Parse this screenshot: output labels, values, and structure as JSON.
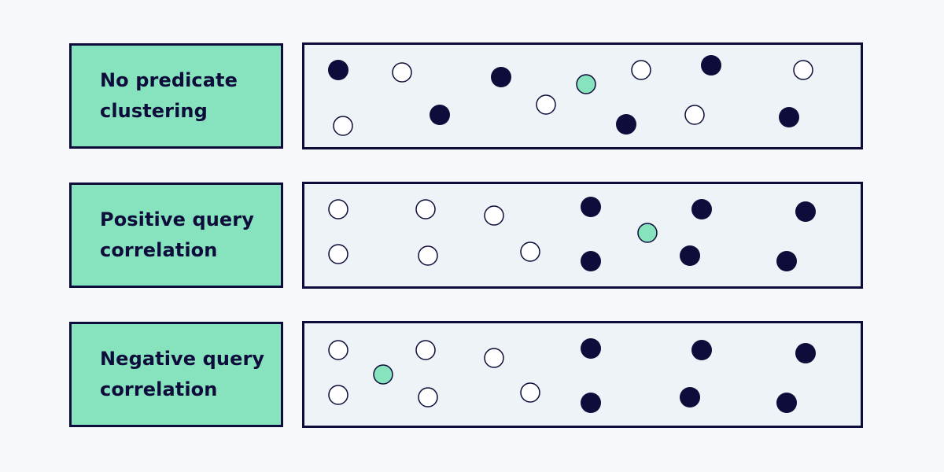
{
  "colors": {
    "background": "#f7f8fc",
    "label_fill": "#86e3bd",
    "panel_fill": "#edf3f7",
    "outline": "#0e0c3a",
    "dot_filled": "#0e0c3a",
    "dot_empty": "#ffffff",
    "dot_highlight": "#86e3bd"
  },
  "rows": [
    {
      "label_line1": "No predicate",
      "label_line2": "clustering",
      "dot_states": [
        "filled",
        "empty",
        "filled",
        "highlight",
        "empty",
        "filled",
        "empty",
        "empty",
        "filled",
        "empty",
        "filled",
        "empty",
        "filled"
      ]
    },
    {
      "label_line1": "Positive query",
      "label_line2": "correlation",
      "dot_states": [
        "empty",
        "empty",
        "empty",
        "filled",
        "highlight",
        "filled",
        "filled",
        "empty",
        "empty",
        "empty",
        "filled",
        "filled",
        "filled"
      ]
    },
    {
      "label_line1": "Negative query",
      "label_line2": "correlation",
      "dot_states": [
        "empty",
        "highlight",
        "empty",
        "empty",
        "filled",
        "filled",
        "filled",
        "empty",
        "empty",
        "empty",
        "filled",
        "filled",
        "filled"
      ]
    }
  ]
}
